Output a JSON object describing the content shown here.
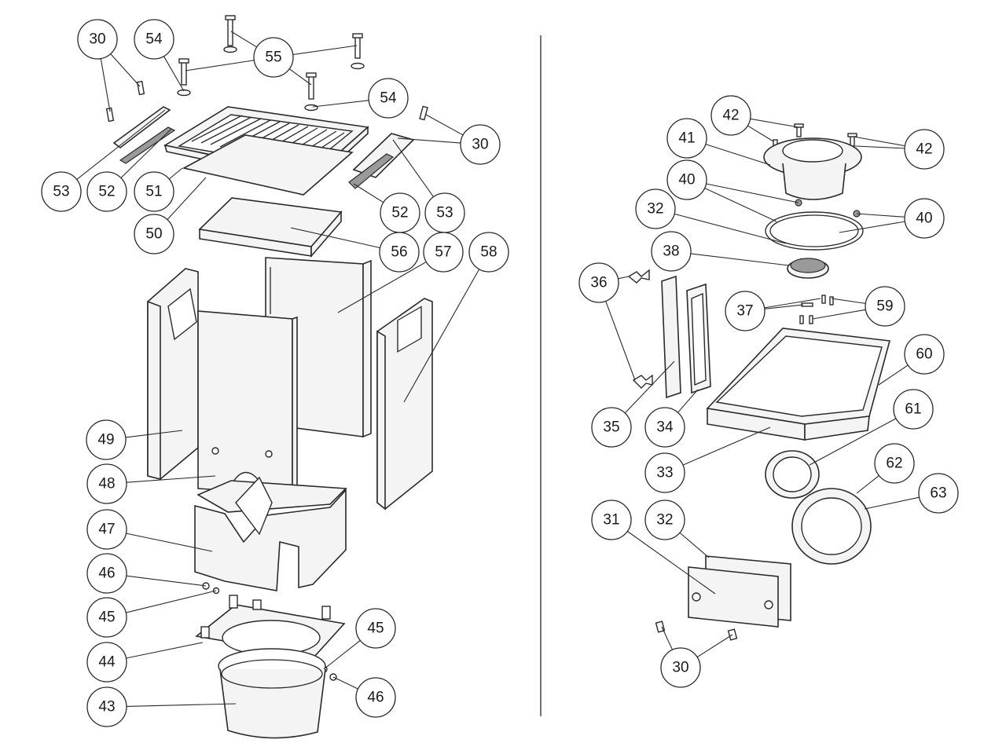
{
  "callouts": [
    {
      "id": "c30a",
      "label": "30"
    },
    {
      "id": "c54a",
      "label": "54"
    },
    {
      "id": "c55",
      "label": "55"
    },
    {
      "id": "c54b",
      "label": "54"
    },
    {
      "id": "c30b",
      "label": "30"
    },
    {
      "id": "c53a",
      "label": "53"
    },
    {
      "id": "c52a",
      "label": "52"
    },
    {
      "id": "c51",
      "label": "51"
    },
    {
      "id": "c50",
      "label": "50"
    },
    {
      "id": "c52b",
      "label": "52"
    },
    {
      "id": "c53b",
      "label": "53"
    },
    {
      "id": "c56",
      "label": "56"
    },
    {
      "id": "c57",
      "label": "57"
    },
    {
      "id": "c58",
      "label": "58"
    },
    {
      "id": "c49",
      "label": "49"
    },
    {
      "id": "c48",
      "label": "48"
    },
    {
      "id": "c47",
      "label": "47"
    },
    {
      "id": "c46a",
      "label": "46"
    },
    {
      "id": "c45a",
      "label": "45"
    },
    {
      "id": "c44",
      "label": "44"
    },
    {
      "id": "c45b",
      "label": "45"
    },
    {
      "id": "c46b",
      "label": "46"
    },
    {
      "id": "c43",
      "label": "43"
    },
    {
      "id": "c42a",
      "label": "42"
    },
    {
      "id": "c41",
      "label": "41"
    },
    {
      "id": "c42b",
      "label": "42"
    },
    {
      "id": "c40a",
      "label": "40"
    },
    {
      "id": "c32a",
      "label": "32"
    },
    {
      "id": "c40b",
      "label": "40"
    },
    {
      "id": "c38",
      "label": "38"
    },
    {
      "id": "c36",
      "label": "36"
    },
    {
      "id": "c37",
      "label": "37"
    },
    {
      "id": "c59",
      "label": "59"
    },
    {
      "id": "c60",
      "label": "60"
    },
    {
      "id": "c35",
      "label": "35"
    },
    {
      "id": "c34",
      "label": "34"
    },
    {
      "id": "c33",
      "label": "33"
    },
    {
      "id": "c61",
      "label": "61"
    },
    {
      "id": "c62",
      "label": "62"
    },
    {
      "id": "c63",
      "label": "63"
    },
    {
      "id": "c31",
      "label": "31"
    },
    {
      "id": "c32b",
      "label": "32"
    },
    {
      "id": "c30c",
      "label": "30"
    }
  ]
}
